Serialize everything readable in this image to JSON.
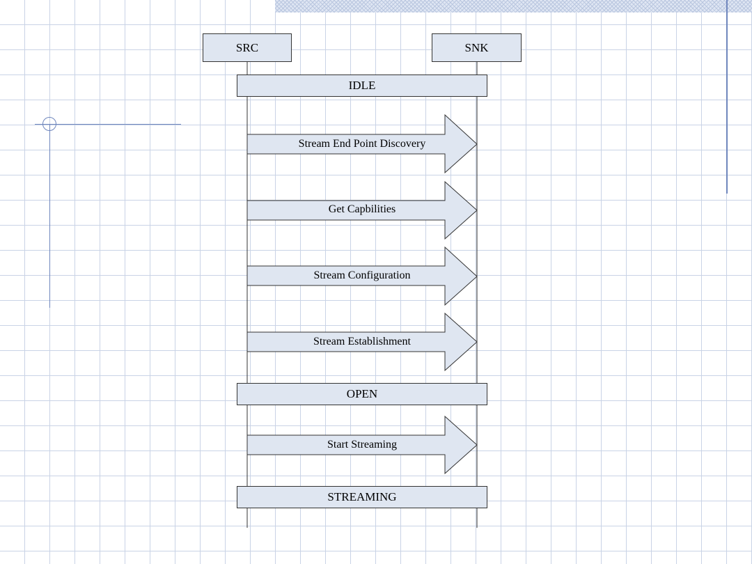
{
  "actors": {
    "source": "SRC",
    "sink": "SNK"
  },
  "states": {
    "idle": "IDLE",
    "open": "OPEN",
    "streaming": "STREAMING"
  },
  "messages": [
    {
      "label": "Stream End Point Discovery",
      "from": "SRC",
      "to": "SNK"
    },
    {
      "label": "Get Capbilities",
      "from": "SRC",
      "to": "SNK"
    },
    {
      "label": "Stream Configuration",
      "from": "SRC",
      "to": "SNK"
    },
    {
      "label": "Stream Establishment",
      "from": "SRC",
      "to": "SNK"
    },
    {
      "label": "Start Streaming",
      "from": "SRC",
      "to": "SNK"
    }
  ],
  "colors": {
    "box_fill": "#dfe6f1",
    "arrow_fill": "#dfe6f1",
    "line": "#333333",
    "grid": "#c9d3e6",
    "accent": "#6f86bd"
  }
}
